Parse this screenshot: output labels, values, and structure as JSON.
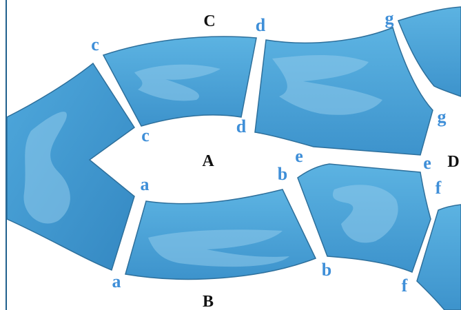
{
  "regions": {
    "A": "A",
    "B": "B",
    "C": "C",
    "D": "D"
  },
  "bridge_labels": {
    "a": "a",
    "b": "b",
    "c": "c",
    "d": "d",
    "e": "e",
    "f": "f",
    "g": "g"
  },
  "colors": {
    "water": "#4aa2d8",
    "water_dark": "#2d6f9b",
    "water_light": "#8fcaeb",
    "land": "#ffffff",
    "label_blue": "#3f8fd8",
    "frame_line": "#1f5f8c"
  }
}
